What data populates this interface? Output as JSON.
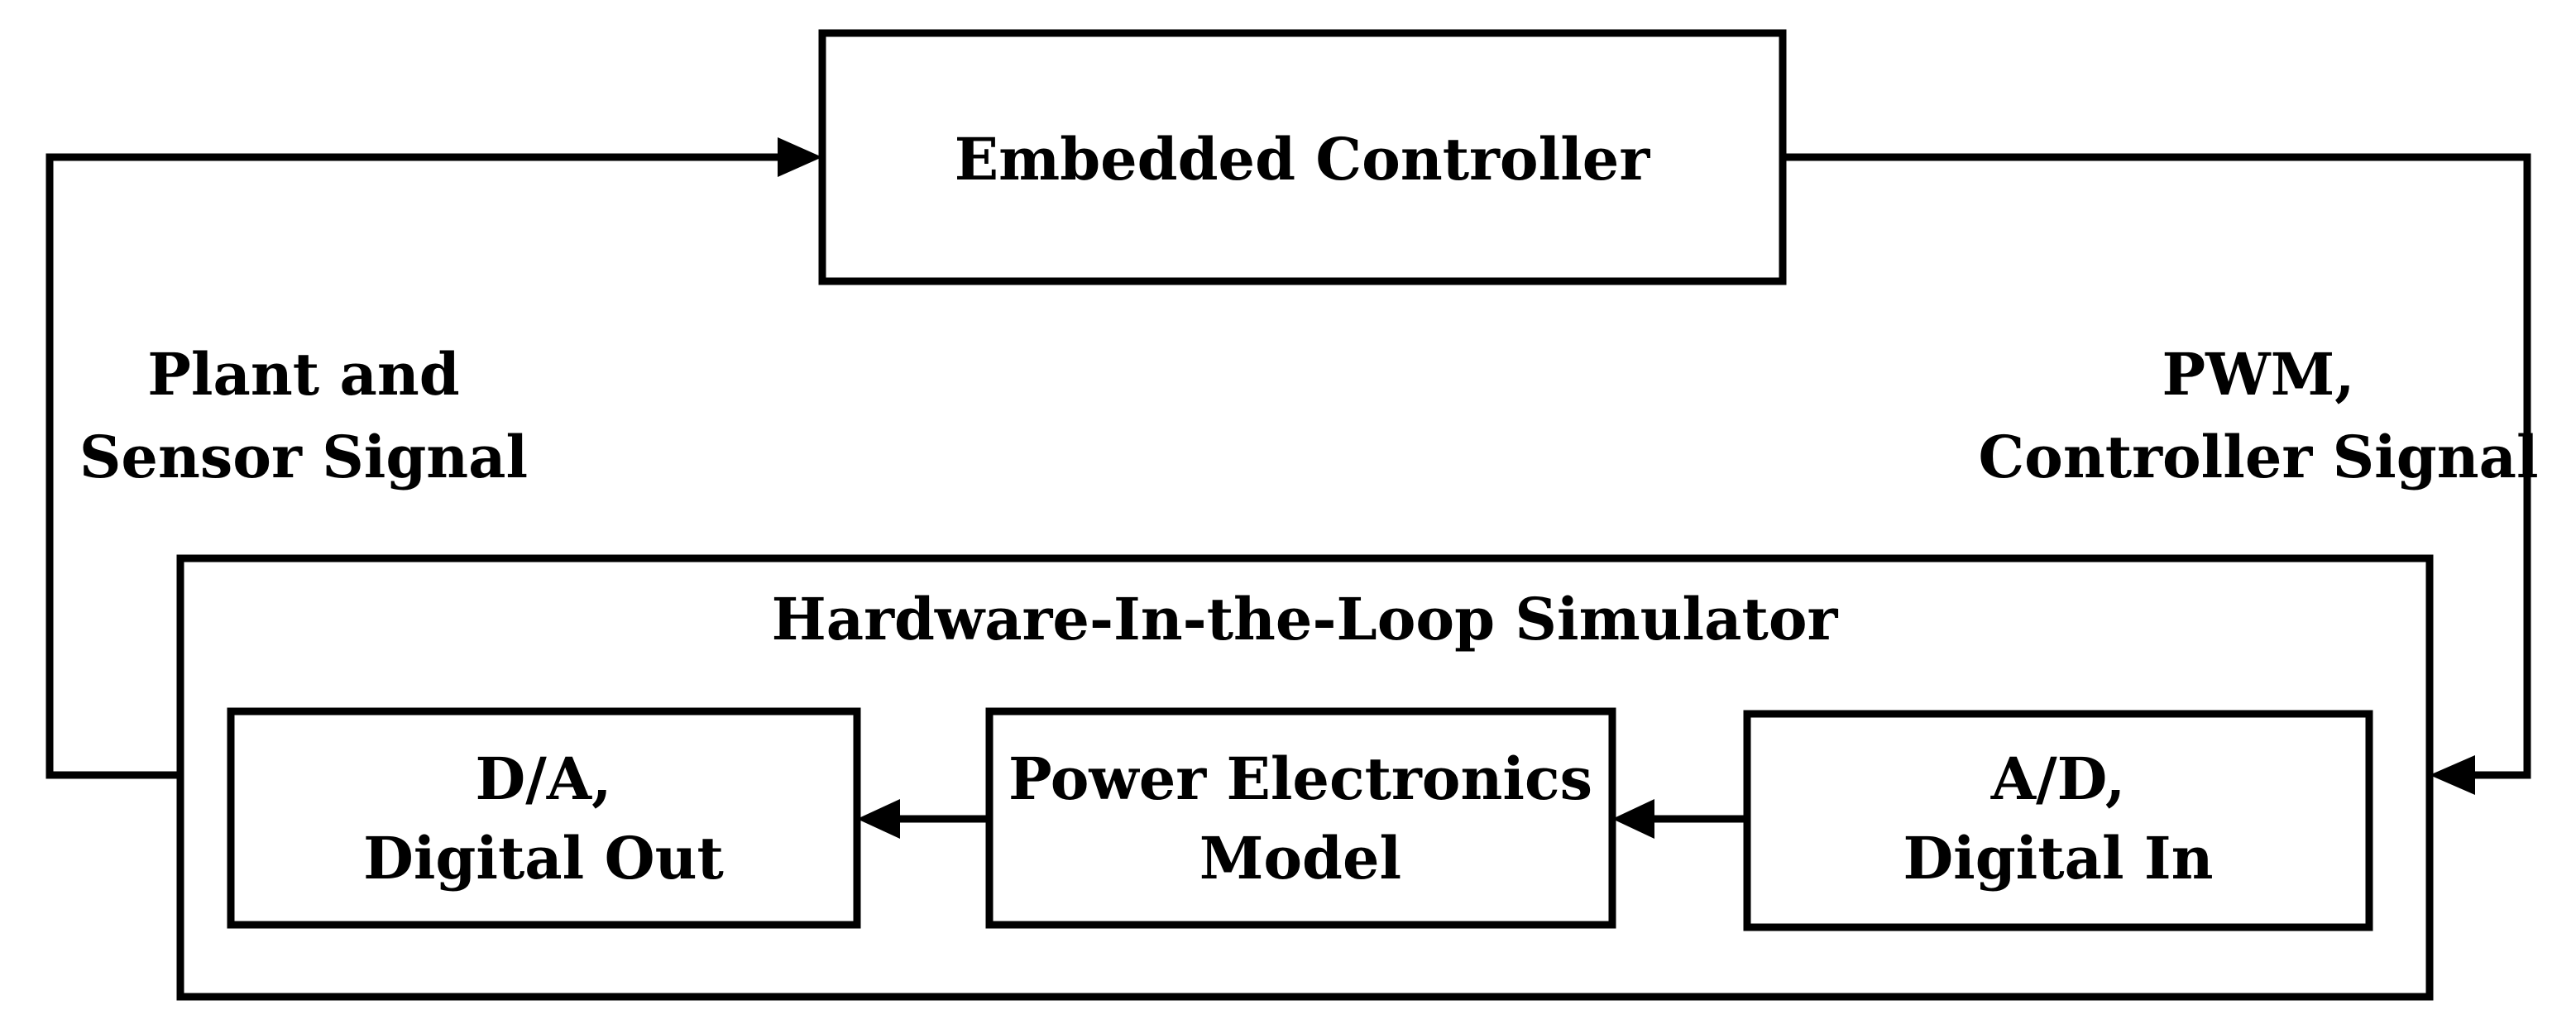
{
  "diagram": {
    "embedded_controller": {
      "label": "Embedded Controller"
    },
    "hil_simulator": {
      "title": "Hardware-In-the-Loop Simulator",
      "da_block": {
        "line1": "D/A,",
        "line2": "Digital Out"
      },
      "model_block": {
        "line1": "Power Electronics",
        "line2": "Model"
      },
      "ad_block": {
        "line1": "A/D,",
        "line2": "Digital In"
      }
    },
    "left_signal": {
      "line1": "Plant and",
      "line2": "Sensor Signal"
    },
    "right_signal": {
      "line1": "PWM,",
      "line2": "Controller Signal"
    }
  },
  "colors": {
    "stroke": "#000000",
    "background": "#ffffff",
    "text": "#000000"
  }
}
